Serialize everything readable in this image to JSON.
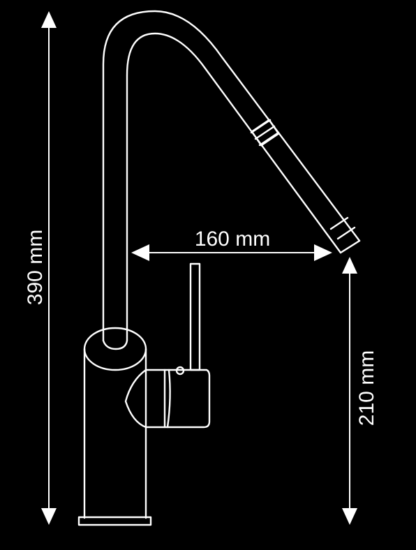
{
  "dimensions": {
    "height_total": "390 mm",
    "spout_reach": "160 mm",
    "spout_height": "210 mm"
  },
  "colors": {
    "background": "#000000",
    "line": "#ffffff"
  }
}
